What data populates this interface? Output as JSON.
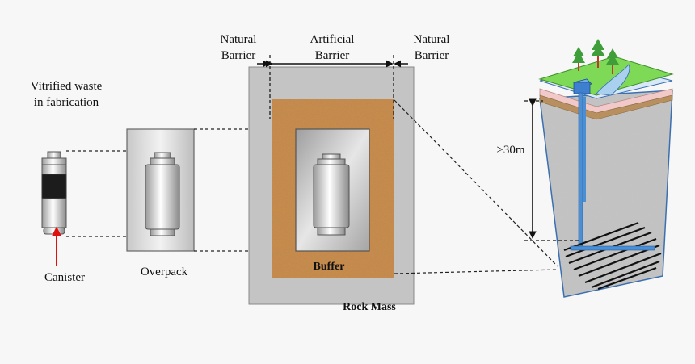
{
  "labels": {
    "vitrified_line1": "Vitrified waste",
    "vitrified_line2": "in fabrication",
    "canister": "Canister",
    "overpack": "Overpack",
    "natural_barrier_left_1": "Natural",
    "natural_barrier_left_2": "Barrier",
    "artificial_barrier_1": "Artificial",
    "artificial_barrier_2": "Barrier",
    "natural_barrier_right_1": "Natural",
    "natural_barrier_right_2": "Barrier",
    "buffer": "Buffer",
    "rock_mass": "Rock Mass",
    "depth": ">30m"
  },
  "colors": {
    "background": "#f7f7f7",
    "rock": "#b8b8b8",
    "buffer": "#c07a3a",
    "overpack_fill": "#d9d9d9",
    "glass_dark": "#1c1c1c",
    "arrow_red": "#e01010",
    "grass": "#7ed957",
    "water": "#a9d1ef",
    "shaft_blue": "#4a8fd4",
    "tree_trunk": "#c0392b",
    "tree_green": "#3f9e3a"
  },
  "icons": [
    "canister-icon",
    "overpack-icon",
    "repository-block-icon",
    "tree-icon",
    "building-icon"
  ]
}
